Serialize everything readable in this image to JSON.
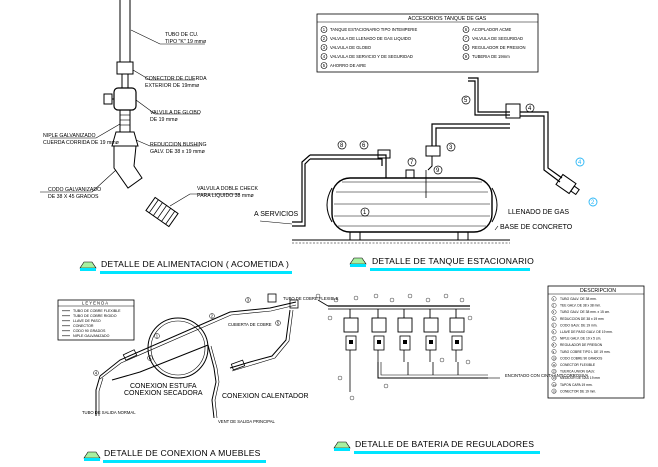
{
  "feed_detail": {
    "title": "DETALLE DE ALIMENTACION ( ACOMETIDA )",
    "labels": {
      "tube": [
        "TUBO DE CU.",
        "TIPO \"K\" 19 mmø"
      ],
      "connector": [
        "CONECTOR DE CUERDA",
        "EXTERIOR DE 19mmø"
      ],
      "globe_valve": [
        "VALVULA DE GLOBO",
        "DE 19 mmø"
      ],
      "nipple": [
        "NIPLE GALVANIZADO",
        "CUERDA CORRIDA DE 19 mmø"
      ],
      "bushing": [
        "REDUCCION BUSHING",
        "GALV. DE 38 x 19 mmø"
      ],
      "elbow": [
        "CODO GALVANIZADO",
        "DE 38 X 45 GRADOS"
      ],
      "check_valve": [
        "VALVULA DOBLE CHECK",
        "PARA LIQUIDO 38 mmø"
      ]
    }
  },
  "tank_detail": {
    "title": "DETALLE DE TANQUE ESTACIONARIO",
    "legend_title": "ACCESORIOS TANQUE DE GAS",
    "legend": [
      {
        "n": "1",
        "text": "TANQUE ESTACIONARIO TIPO INTEMPERIE"
      },
      {
        "n": "2",
        "text": "VALVULA DE LLENADO DE GAS LIQUIDO"
      },
      {
        "n": "3",
        "text": "VALVULA DE GLOBO"
      },
      {
        "n": "4",
        "text": "VALVULA DE SERVICIO Y DE SEGURIDAD"
      },
      {
        "n": "5",
        "text": "AHORRO DE AIRE"
      },
      {
        "n": "6",
        "text": "ACOPLADOR ACME"
      },
      {
        "n": "7",
        "text": "VALVULA DE SEGURIDAD"
      },
      {
        "n": "8",
        "text": "REGULADOR DE PRESION"
      },
      {
        "n": "9",
        "text": "TUBERIA DE 19mm"
      }
    ],
    "labels": {
      "services": "A SERVICIOS",
      "filling": "LLENADO DE GAS",
      "base": "BASE DE CONCRETO"
    }
  },
  "furniture_detail": {
    "title": "DETALLE DE CONEXION A MUEBLES",
    "legend_title": "L E Y E N D A",
    "legend": [
      "TUBO DE COBRE FLEXIBLE",
      "TUBO DE COBRE RIGIDO",
      "LLAVE DE PASO",
      "CONECTOR",
      "CODO 90 GRADOS",
      "NIPLE GALVANIZADO"
    ],
    "labels": {
      "stove": [
        "CONEXION ESTUFA",
        "CONEXION SECADORA"
      ],
      "heater": "CONEXION CALENTADOR",
      "sheath": "CUBIERTA DE COBRE",
      "drain_left": "TUBO DE SALIDA NORMAL",
      "drain_right": "VENT DE SALIDA PRINCIPAL",
      "branch": "TUBO DE COBRE FLEXIBLE"
    }
  },
  "regulators_detail": {
    "title": "DETALLE DE BATERIA DE REGULADORES",
    "desc_title": "DESCRIPCION",
    "description": [
      {
        "n": "1",
        "text": "TUBO GALV. DE 38 mm."
      },
      {
        "n": "2",
        "text": "TEE GALV. DE 38 x 38 mm."
      },
      {
        "n": "3",
        "text": "TUBO GALV. DE 38 mm. x 15 cm."
      },
      {
        "n": "4",
        "text": "REDUCCION DE 38 x 19 mm"
      },
      {
        "n": "5",
        "text": "CODO GALV. DE 19 mm."
      },
      {
        "n": "6",
        "text": "LLAVE DE PASO GALV. DE 19 mm."
      },
      {
        "n": "7",
        "text": "NIPLE GALV. DE 19 x 5 cm."
      },
      {
        "n": "8",
        "text": "REGULADOR DE PRESION"
      },
      {
        "n": "9",
        "text": "TUBO COBRE TIPO L DE 19 mm."
      },
      {
        "n": "10",
        "text": "CODO COBRE 90 GRADOS"
      },
      {
        "n": "11",
        "text": "CONECTOR FLEXIBLE"
      },
      {
        "n": "12",
        "text": "TUERCA UNION GALV."
      },
      {
        "n": "13",
        "text": "MEDIDOR DE GAS 19 mm"
      },
      {
        "n": "14",
        "text": "TAPON CAPA 19 mm."
      },
      {
        "n": "15",
        "text": "CONECTOR DE 19 mm."
      }
    ],
    "labels": {
      "tape": "ENCINTADO CON CINTA ANTICORROSIVA"
    }
  },
  "colors": {
    "accent_underline": "#00e5ff",
    "title_icon_fill": "#a8f0a0",
    "callout_blue": "#29b6f6",
    "line": "#000000"
  }
}
